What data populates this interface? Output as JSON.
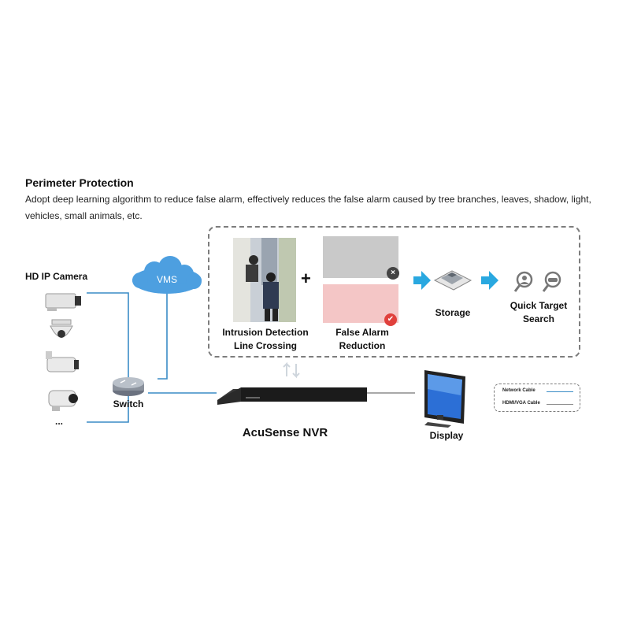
{
  "header": {
    "title": "Perimeter Protection",
    "description": "Adopt deep learning algorithm to reduce false alarm, effectively reduces the false alarm caused by tree branches, leaves, shadow, light, vehicles, small animals, etc."
  },
  "nodes": {
    "cameras_label": "HD IP Camera",
    "cameras_more": "...",
    "vms_label": "VMS",
    "switch_label": "Switch",
    "intrusion_line1": "Intrusion Detection",
    "intrusion_line2": "Line Crossing",
    "plus_sign": "+",
    "false_alarm_line1": "False Alarm",
    "false_alarm_line2": "Reduction",
    "storage_label": "Storage",
    "quick_search_line1": "Quick Target",
    "quick_search_line2": "Search",
    "nvr_label": "AcuSense NVR",
    "display_label": "Display"
  },
  "badges": {
    "reject_symbol": "×",
    "accept_symbol": "✔"
  },
  "legend": {
    "network_cable": "Network Cable",
    "hdmi_vga_cable": "HDMI/VGA Cable"
  },
  "colors": {
    "network_cable": "#3a8cc6",
    "hdmi_vga_cable": "#8c8c8c",
    "flow_arrow": "#29a8e0",
    "cloud": "#4d9fe0",
    "reject_badge": "#444444",
    "accept_badge": "#e0403c"
  }
}
